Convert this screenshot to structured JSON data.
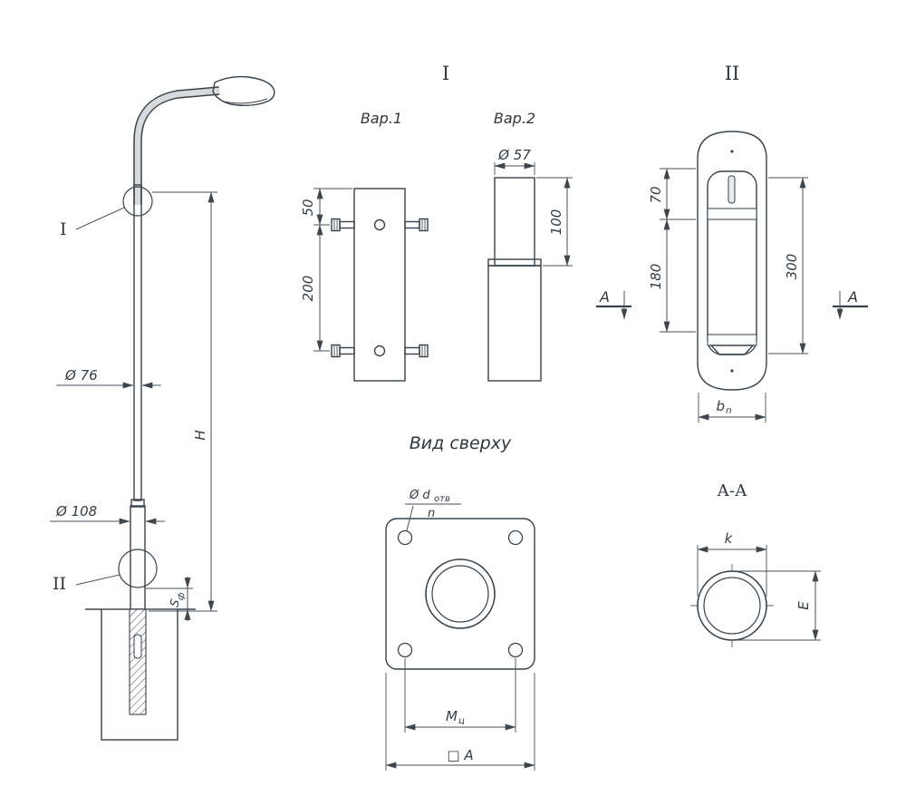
{
  "titles": {
    "detail_i": "I",
    "detail_ii": "II",
    "var1": "Вар.1",
    "var2": "Вар.2",
    "top_view": "Вид сверху",
    "section_aa": "А-А"
  },
  "pole": {
    "callout_i": "I",
    "callout_ii": "II",
    "dia_top": "Ø 76",
    "dia_bottom": "Ø 108",
    "height": "H",
    "s_main": "S",
    "s_sub": "ф"
  },
  "detail_i": {
    "dim_50": "50",
    "dim_200": "200",
    "dia_57": "Ø 57",
    "dim_100": "100"
  },
  "detail_ii": {
    "dim_70": "70",
    "dim_180": "180",
    "dim_300": "300",
    "section_letter_left": "А",
    "section_letter_right": "А",
    "b_main": "b",
    "b_sub": "п"
  },
  "top_view": {
    "hole_dia_num": "Ø d",
    "hole_dia_sub": "отв",
    "hole_count": "n",
    "m_main": "М",
    "m_sub": "ц",
    "square_a": "□ A"
  },
  "section_aa": {
    "dim_k": "k",
    "dim_e": "E"
  },
  "colors": {
    "line": "#39424a",
    "dim_line": "#49525a",
    "metal_light": "#eff1f2",
    "metal_dark": "#9fa6ab",
    "plate": "#c9cfd3"
  }
}
